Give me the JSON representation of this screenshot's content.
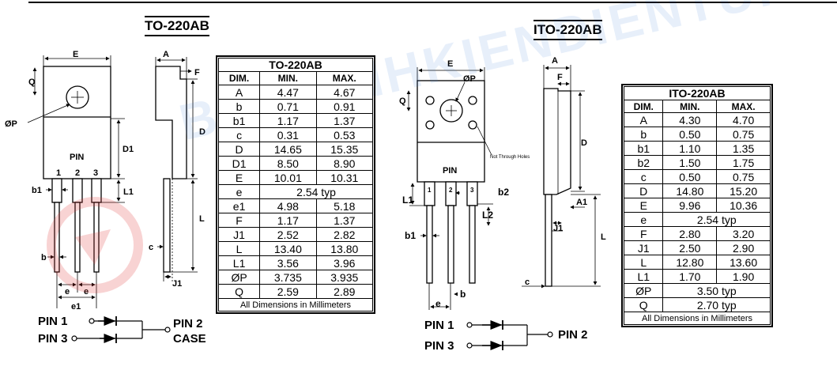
{
  "left": {
    "title": "TO-220AB",
    "table_title": "TO-220AB",
    "headers": [
      "DIM.",
      "MIN.",
      "MAX."
    ],
    "rows": [
      [
        "A",
        "4.47",
        "4.67"
      ],
      [
        "b",
        "0.71",
        "0.91"
      ],
      [
        "b1",
        "1.17",
        "1.37"
      ],
      [
        "c",
        "0.31",
        "0.53"
      ],
      [
        "D",
        "14.65",
        "15.35"
      ],
      [
        "D1",
        "8.50",
        "8.90"
      ],
      [
        "E",
        "10.01",
        "10.31"
      ],
      [
        "e",
        "2.54 typ"
      ],
      [
        "e1",
        "4.98",
        "5.18"
      ],
      [
        "F",
        "1.17",
        "1.37"
      ],
      [
        "J1",
        "2.52",
        "2.82"
      ],
      [
        "L",
        "13.40",
        "13.80"
      ],
      [
        "L1",
        "3.56",
        "3.96"
      ],
      [
        "ØP",
        "3.735",
        "3.935"
      ],
      [
        "Q",
        "2.59",
        "2.89"
      ]
    ],
    "note": "All Dimensions in Millimeters",
    "labels": {
      "E": "E",
      "Q": "Q",
      "P": "ØP",
      "D1": "D1",
      "pin": "PIN",
      "pin_nums": [
        "1",
        "2",
        "3"
      ],
      "b1": "b1",
      "L1": "L1",
      "b": "b",
      "e": "e",
      "e1": "e1",
      "A": "A",
      "F": "F",
      "D": "D",
      "L": "L",
      "c": "c",
      "J1": "J1"
    },
    "schematic": {
      "pin1": "PIN 1",
      "pin3": "PIN 3",
      "pin2": "PIN  2",
      "case": "CASE"
    }
  },
  "right": {
    "title": "ITO-220AB",
    "table_title": "ITO-220AB",
    "headers": [
      "DIM.",
      "MIN.",
      "MAX."
    ],
    "rows": [
      [
        "A",
        "4.30",
        "4.70"
      ],
      [
        "b",
        "0.50",
        "0.75"
      ],
      [
        "b1",
        "1.10",
        "1.35"
      ],
      [
        "b2",
        "1.50",
        "1.75"
      ],
      [
        "c",
        "0.50",
        "0.75"
      ],
      [
        "D",
        "14.80",
        "15.20"
      ],
      [
        "E",
        "9.96",
        "10.36"
      ],
      [
        "e",
        "2.54 typ"
      ],
      [
        "F",
        "2.80",
        "3.20"
      ],
      [
        "J1",
        "2.50",
        "2.90"
      ],
      [
        "L",
        "12.80",
        "13.60"
      ],
      [
        "L1",
        "1.70",
        "1.90"
      ],
      [
        "ØP",
        "3.50 typ"
      ],
      [
        "Q",
        "2.70 typ"
      ]
    ],
    "note": "All Dimensions in Millimeters",
    "labels": {
      "E": "E",
      "P": "ØP",
      "Q": "Q",
      "not_through": "Not Through Holes",
      "pin": "PIN",
      "pin_nums": [
        "1",
        "2",
        "3"
      ],
      "b2": "b2",
      "L1": "L1",
      "L2": "L2",
      "b1": "b1",
      "e": "e",
      "b": "b",
      "A": "A",
      "F": "F",
      "D": "D",
      "A1": "A1",
      "J1": "J1",
      "L": "L",
      "c": "c"
    },
    "schematic": {
      "pin1": "PIN 1",
      "pin3": "PIN 3",
      "pin2": "PIN  2"
    }
  },
  "watermark": "BANLINHKIENDIENTU.VN"
}
